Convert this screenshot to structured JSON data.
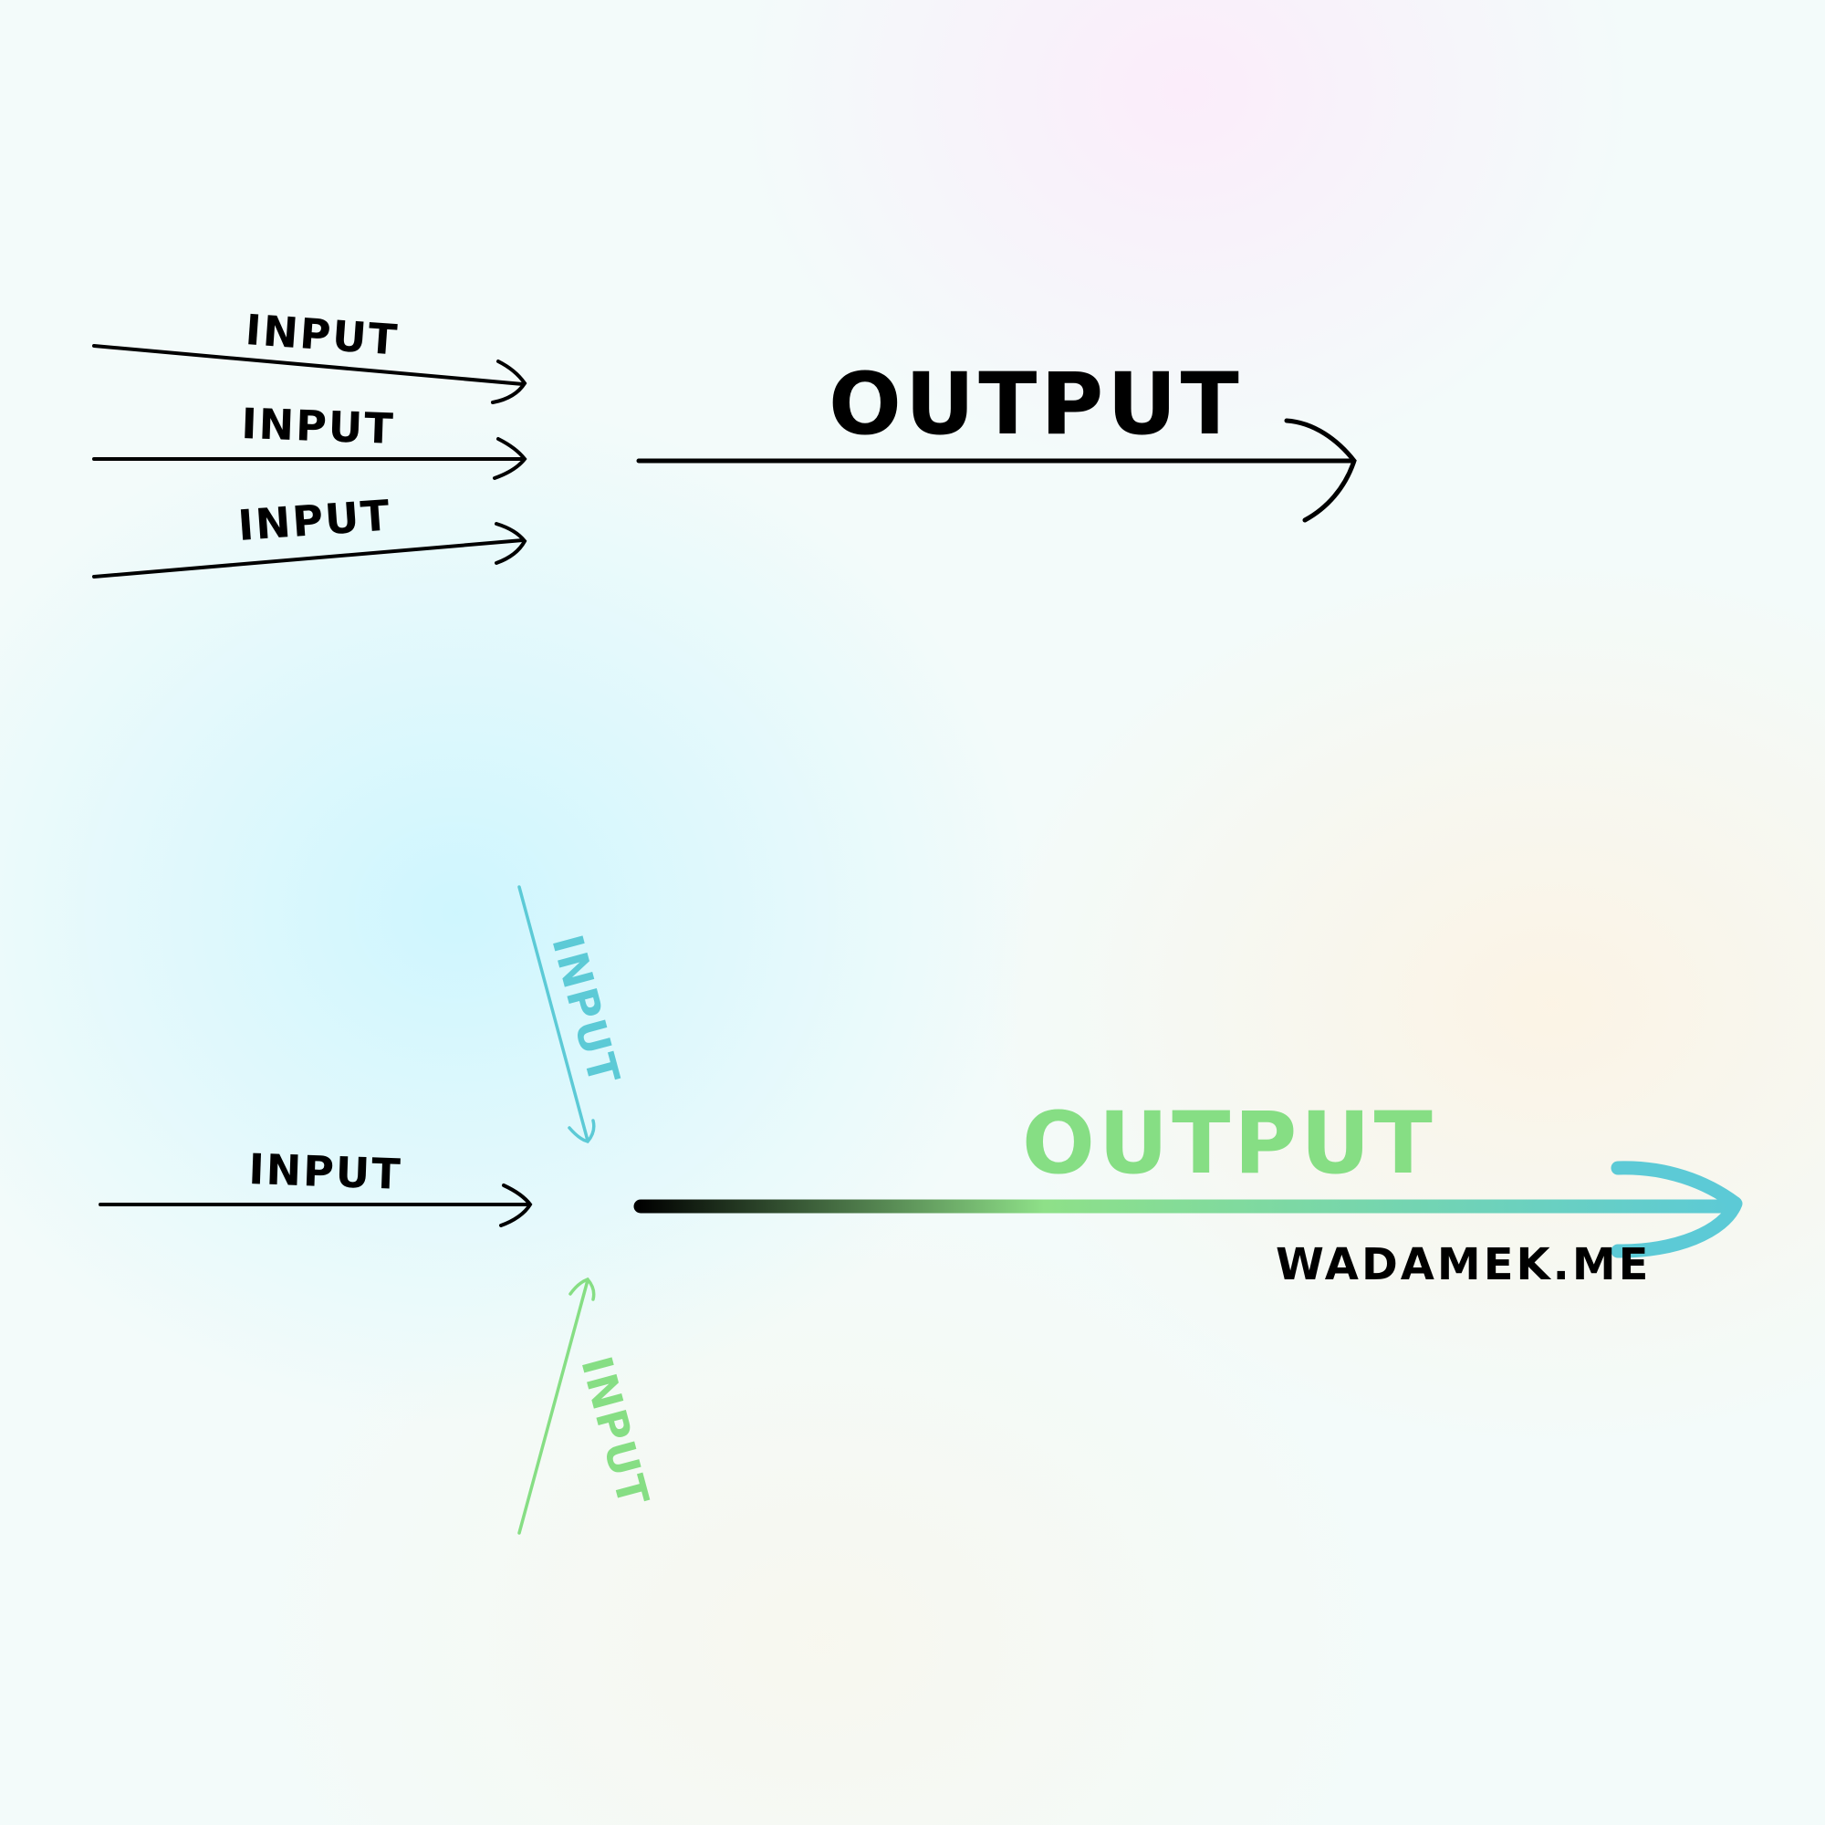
{
  "colors": {
    "ink": "#000000",
    "cyan": "#5ccad6",
    "green": "#86de84",
    "gradient_start": "#000000",
    "gradient_mid": "#8ee088",
    "gradient_end": "#5ccad6"
  },
  "top_diagram": {
    "inputs": [
      {
        "label": "INPUT"
      },
      {
        "label": "INPUT"
      },
      {
        "label": "INPUT"
      }
    ],
    "output": {
      "label": "OUTPUT"
    }
  },
  "bottom_diagram": {
    "inputs": [
      {
        "label": "INPUT",
        "color": "ink"
      },
      {
        "label": "INPUT",
        "color": "cyan"
      },
      {
        "label": "INPUT",
        "color": "green"
      }
    ],
    "output": {
      "label": "OUTPUT",
      "color": "green"
    },
    "site": "WADAMEK.ME"
  }
}
